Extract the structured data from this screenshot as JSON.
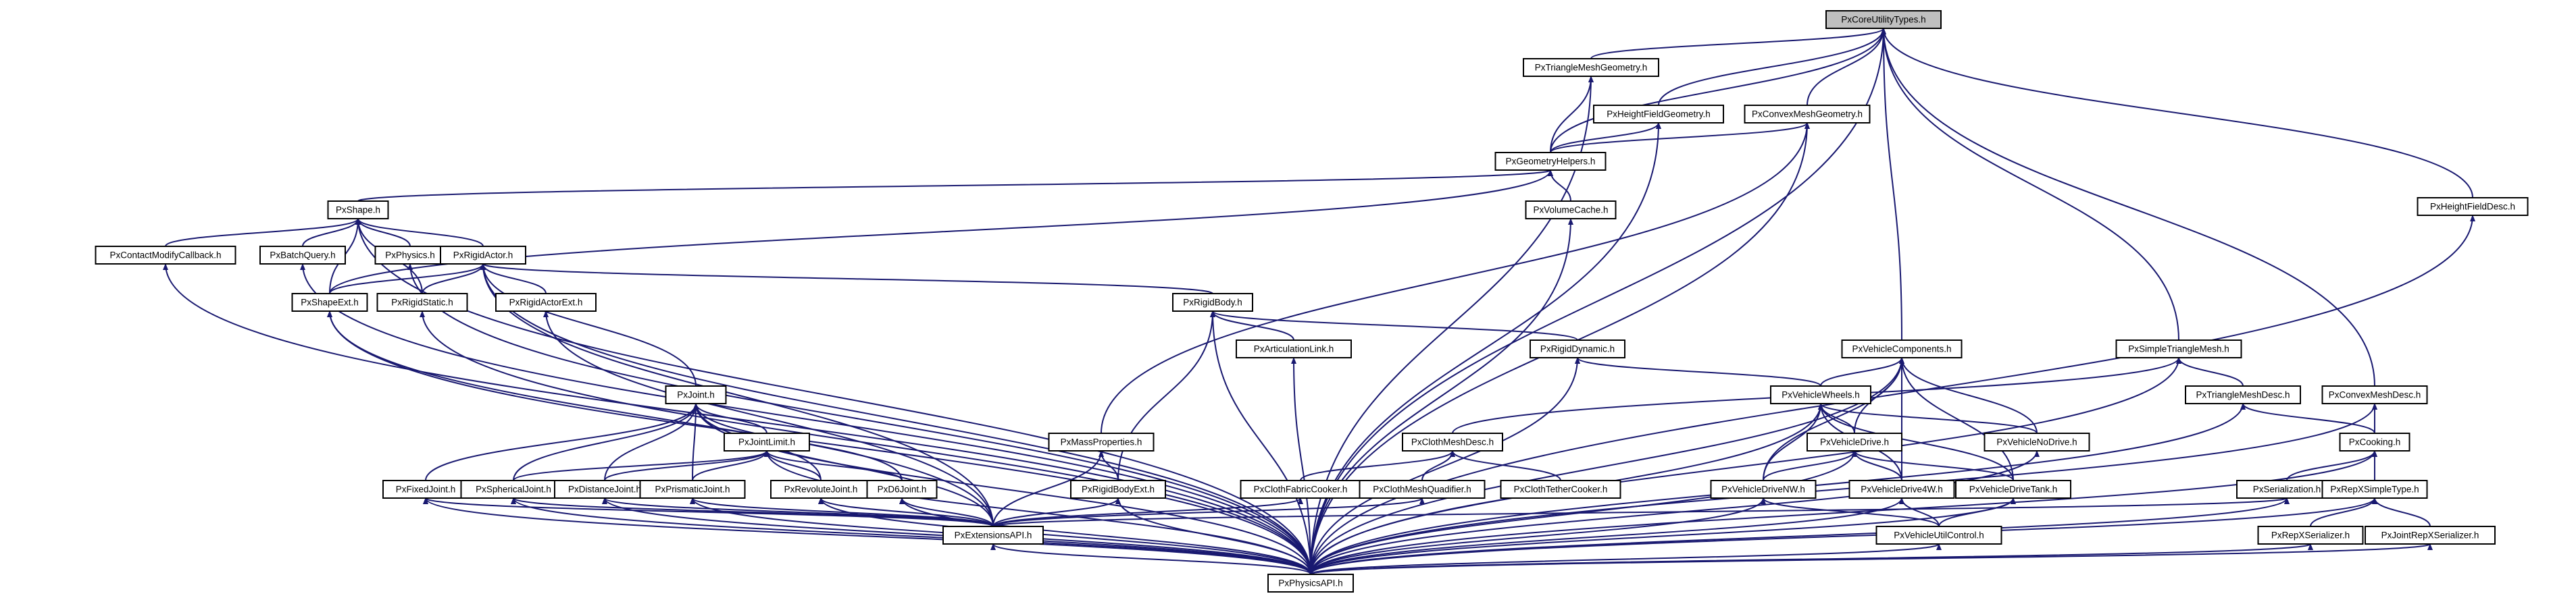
{
  "graph": {
    "type": "include-dependency-graph",
    "colors": {
      "edge": "#191970",
      "node_border": "#000000",
      "root_fill": "#bfbfbf",
      "node_fill": "#ffffff"
    },
    "root": "core",
    "nodes": [
      {
        "id": "core",
        "label": "PxCoreUtilityTypes.h"
      },
      {
        "id": "tmg",
        "label": "PxTriangleMeshGeometry.h"
      },
      {
        "id": "hfg",
        "label": "PxHeightFieldGeometry.h"
      },
      {
        "id": "cmg",
        "label": "PxConvexMeshGeometry.h"
      },
      {
        "id": "hfd",
        "label": "PxHeightFieldDesc.h"
      },
      {
        "id": "geoh",
        "label": "PxGeometryHelpers.h"
      },
      {
        "id": "shape",
        "label": "PxShape.h"
      },
      {
        "id": "vcache",
        "label": "PxVolumeCache.h"
      },
      {
        "id": "cmc",
        "label": "PxContactModifyCallback.h"
      },
      {
        "id": "bq",
        "label": "PxBatchQuery.h"
      },
      {
        "id": "phys",
        "label": "PxPhysics.h"
      },
      {
        "id": "ract",
        "label": "PxRigidActor.h"
      },
      {
        "id": "shext",
        "label": "PxShapeExt.h"
      },
      {
        "id": "rstat",
        "label": "PxRigidStatic.h"
      },
      {
        "id": "raext",
        "label": "PxRigidActorExt.h"
      },
      {
        "id": "rbody",
        "label": "PxRigidBody.h"
      },
      {
        "id": "alink",
        "label": "PxArticulationLink.h"
      },
      {
        "id": "rdyn",
        "label": "PxRigidDynamic.h"
      },
      {
        "id": "vcomp",
        "label": "PxVehicleComponents.h"
      },
      {
        "id": "stm",
        "label": "PxSimpleTriangleMesh.h"
      },
      {
        "id": "tmd",
        "label": "PxTriangleMeshDesc.h"
      },
      {
        "id": "cmd",
        "label": "PxConvexMeshDesc.h"
      },
      {
        "id": "vwh",
        "label": "PxVehicleWheels.h"
      },
      {
        "id": "joint",
        "label": "PxJoint.h"
      },
      {
        "id": "jlim",
        "label": "PxJointLimit.h"
      },
      {
        "id": "mprop",
        "label": "PxMassProperties.h"
      },
      {
        "id": "clmd",
        "label": "PxClothMeshDesc.h"
      },
      {
        "id": "vnd",
        "label": "PxVehicleNoDrive.h"
      },
      {
        "id": "cook",
        "label": "PxCooking.h"
      },
      {
        "id": "vdrv",
        "label": "PxVehicleDrive.h"
      },
      {
        "id": "fixj",
        "label": "PxFixedJoint.h"
      },
      {
        "id": "sphj",
        "label": "PxSphericalJoint.h"
      },
      {
        "id": "disj",
        "label": "PxDistanceJoint.h"
      },
      {
        "id": "prij",
        "label": "PxPrismaticJoint.h"
      },
      {
        "id": "revj",
        "label": "PxRevoluteJoint.h"
      },
      {
        "id": "d6j",
        "label": "PxD6Joint.h"
      },
      {
        "id": "rbext",
        "label": "PxRigidBodyExt.h"
      },
      {
        "id": "cfc",
        "label": "PxClothFabricCooker.h"
      },
      {
        "id": "cmq",
        "label": "PxClothMeshQuadifier.h"
      },
      {
        "id": "ctc",
        "label": "PxClothTetherCooker.h"
      },
      {
        "id": "vnw",
        "label": "PxVehicleDriveNW.h"
      },
      {
        "id": "v4w",
        "label": "PxVehicleDrive4W.h"
      },
      {
        "id": "vtank",
        "label": "PxVehicleDriveTank.h"
      },
      {
        "id": "ser",
        "label": "PxSerialization.h"
      },
      {
        "id": "repx",
        "label": "PxRepXSimpleType.h"
      },
      {
        "id": "extapi",
        "label": "PxExtensionsAPI.h"
      },
      {
        "id": "vuc",
        "label": "PxVehicleUtilControl.h"
      },
      {
        "id": "repxs",
        "label": "PxRepXSerializer.h"
      },
      {
        "id": "jrepx",
        "label": "PxJointRepXSerializer.h"
      },
      {
        "id": "api",
        "label": "PxPhysicsAPI.h"
      }
    ],
    "edges": [
      [
        "core",
        "tmg"
      ],
      [
        "core",
        "hfg"
      ],
      [
        "core",
        "cmg"
      ],
      [
        "core",
        "hfd"
      ],
      [
        "core",
        "api"
      ],
      [
        "core",
        "geoh"
      ],
      [
        "core",
        "vcomp"
      ],
      [
        "core",
        "stm"
      ],
      [
        "core",
        "cmd"
      ],
      [
        "tmg",
        "geoh"
      ],
      [
        "tmg",
        "api"
      ],
      [
        "hfg",
        "geoh"
      ],
      [
        "hfg",
        "api"
      ],
      [
        "cmg",
        "geoh"
      ],
      [
        "cmg",
        "api"
      ],
      [
        "cmg",
        "mprop"
      ],
      [
        "hfd",
        "api"
      ],
      [
        "geoh",
        "shape"
      ],
      [
        "geoh",
        "vcache"
      ],
      [
        "geoh",
        "shext"
      ],
      [
        "vcache",
        "api"
      ],
      [
        "shape",
        "cmc"
      ],
      [
        "shape",
        "bq"
      ],
      [
        "shape",
        "phys"
      ],
      [
        "shape",
        "ract"
      ],
      [
        "shape",
        "shext"
      ],
      [
        "shape",
        "api"
      ],
      [
        "shape",
        "rstat"
      ],
      [
        "cmc",
        "api"
      ],
      [
        "bq",
        "api"
      ],
      [
        "phys",
        "api"
      ],
      [
        "ract",
        "shext"
      ],
      [
        "ract",
        "rstat"
      ],
      [
        "ract",
        "raext"
      ],
      [
        "ract",
        "rbody"
      ],
      [
        "ract",
        "joint"
      ],
      [
        "ract",
        "extapi"
      ],
      [
        "ract",
        "api"
      ],
      [
        "shext",
        "extapi"
      ],
      [
        "shext",
        "api"
      ],
      [
        "rstat",
        "api"
      ],
      [
        "raext",
        "extapi"
      ],
      [
        "rbody",
        "alink"
      ],
      [
        "rbody",
        "rdyn"
      ],
      [
        "rbody",
        "rbext"
      ],
      [
        "rbody",
        "api"
      ],
      [
        "alink",
        "api"
      ],
      [
        "rdyn",
        "vwh"
      ],
      [
        "rdyn",
        "api"
      ],
      [
        "vcomp",
        "vwh"
      ],
      [
        "vcomp",
        "vdrv"
      ],
      [
        "vcomp",
        "vnd"
      ],
      [
        "vcomp",
        "vnw"
      ],
      [
        "vcomp",
        "v4w"
      ],
      [
        "vcomp",
        "vtank"
      ],
      [
        "vcomp",
        "api"
      ],
      [
        "stm",
        "tmd"
      ],
      [
        "stm",
        "clmd"
      ],
      [
        "stm",
        "api"
      ],
      [
        "tmd",
        "cook"
      ],
      [
        "tmd",
        "api"
      ],
      [
        "cmd",
        "cook"
      ],
      [
        "cmd",
        "api"
      ],
      [
        "vwh",
        "vdrv"
      ],
      [
        "vwh",
        "vnd"
      ],
      [
        "vwh",
        "vnw"
      ],
      [
        "vwh",
        "v4w"
      ],
      [
        "vwh",
        "vtank"
      ],
      [
        "vwh",
        "api"
      ],
      [
        "joint",
        "jlim"
      ],
      [
        "joint",
        "fixj"
      ],
      [
        "joint",
        "sphj"
      ],
      [
        "joint",
        "disj"
      ],
      [
        "joint",
        "prij"
      ],
      [
        "joint",
        "revj"
      ],
      [
        "joint",
        "d6j"
      ],
      [
        "joint",
        "extapi"
      ],
      [
        "joint",
        "api"
      ],
      [
        "jlim",
        "sphj"
      ],
      [
        "jlim",
        "disj"
      ],
      [
        "jlim",
        "prij"
      ],
      [
        "jlim",
        "revj"
      ],
      [
        "jlim",
        "d6j"
      ],
      [
        "jlim",
        "api"
      ],
      [
        "mprop",
        "rbext"
      ],
      [
        "mprop",
        "extapi"
      ],
      [
        "clmd",
        "cfc"
      ],
      [
        "clmd",
        "cmq"
      ],
      [
        "clmd",
        "ctc"
      ],
      [
        "vnd",
        "api"
      ],
      [
        "cook",
        "ser"
      ],
      [
        "cook",
        "repx"
      ],
      [
        "cook",
        "api"
      ],
      [
        "vdrv",
        "vnw"
      ],
      [
        "vdrv",
        "v4w"
      ],
      [
        "vdrv",
        "vtank"
      ],
      [
        "vdrv",
        "api"
      ],
      [
        "fixj",
        "extapi"
      ],
      [
        "fixj",
        "api"
      ],
      [
        "sphj",
        "extapi"
      ],
      [
        "sphj",
        "api"
      ],
      [
        "disj",
        "extapi"
      ],
      [
        "disj",
        "api"
      ],
      [
        "prij",
        "extapi"
      ],
      [
        "prij",
        "api"
      ],
      [
        "revj",
        "extapi"
      ],
      [
        "revj",
        "api"
      ],
      [
        "d6j",
        "extapi"
      ],
      [
        "d6j",
        "api"
      ],
      [
        "rbext",
        "extapi"
      ],
      [
        "rbext",
        "api"
      ],
      [
        "cfc",
        "extapi"
      ],
      [
        "cmq",
        "extapi"
      ],
      [
        "vnw",
        "vuc"
      ],
      [
        "vnw",
        "api"
      ],
      [
        "v4w",
        "vuc"
      ],
      [
        "v4w",
        "api"
      ],
      [
        "vtank",
        "vuc"
      ],
      [
        "vtank",
        "api"
      ],
      [
        "ser",
        "extapi"
      ],
      [
        "ser",
        "api"
      ],
      [
        "repx",
        "repxs"
      ],
      [
        "repx",
        "jrepx"
      ],
      [
        "repx",
        "api"
      ],
      [
        "extapi",
        "api"
      ],
      [
        "vuc",
        "api"
      ],
      [
        "repxs",
        "api"
      ],
      [
        "jrepx",
        "api"
      ]
    ]
  }
}
